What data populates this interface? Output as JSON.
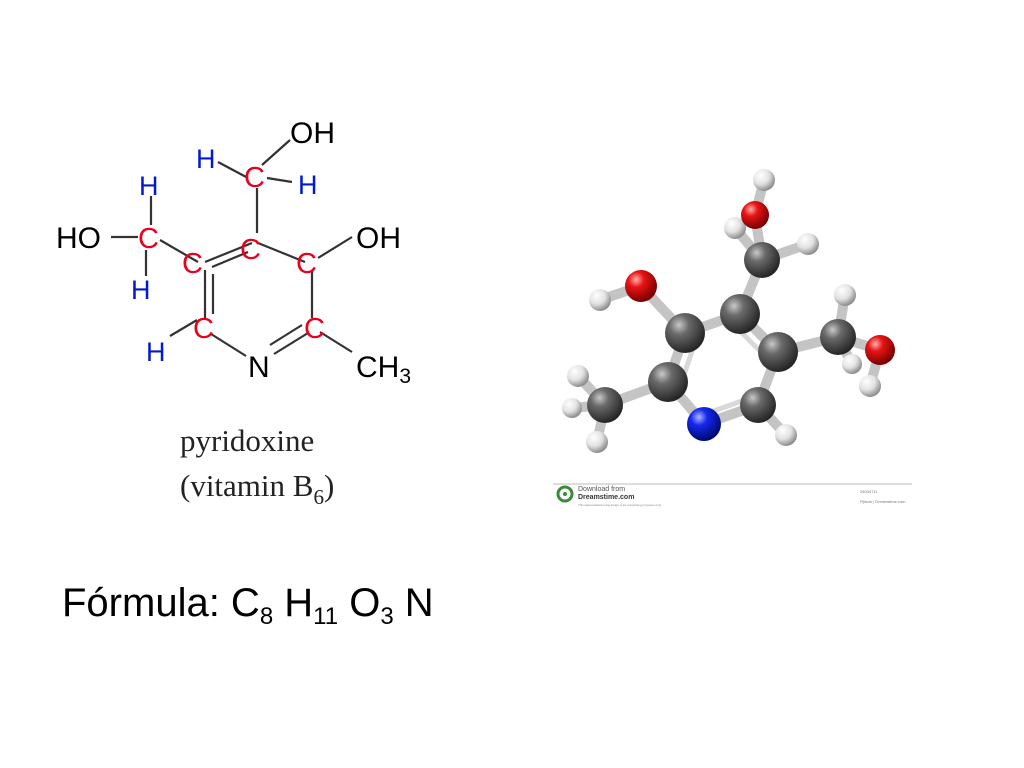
{
  "structure": {
    "groups": {
      "oh_top": "OH",
      "oh_right": "OH",
      "ho_left": "HO",
      "ring_n": "N",
      "methyl": "CH",
      "methyl_sub": "3"
    },
    "carbon_label": "C",
    "hydrogen_label": "H",
    "caption_name": "pyridoxine",
    "caption_vitamin_open": "(vitamin B",
    "caption_vitamin_sub": "6",
    "caption_vitamin_close": ")"
  },
  "watermark": {
    "download_from": "Download from",
    "site": "Dreamstime.com",
    "fine_print": "This watermarked comp image is for previewing purposes only.",
    "image_id": "26034711",
    "author_credit": "Pjfacle | Dreamstime.com"
  },
  "formula": {
    "label": "Fórmula: C",
    "c_count": "8",
    "h_symbol": " H",
    "h_count": "11",
    "o_symbol": " O",
    "o_count": "3",
    "n_symbol": " N"
  },
  "colors": {
    "carbon_label": "#e8001c",
    "hydrogen_label": "#0019cc",
    "bond": "#333333",
    "carbon_sphere": "#555555",
    "oxygen_sphere": "#e01010",
    "nitrogen_sphere": "#0a1ee6",
    "hydrogen_sphere": "#e6e6e6",
    "watermark_green": "#3a8a3a"
  }
}
